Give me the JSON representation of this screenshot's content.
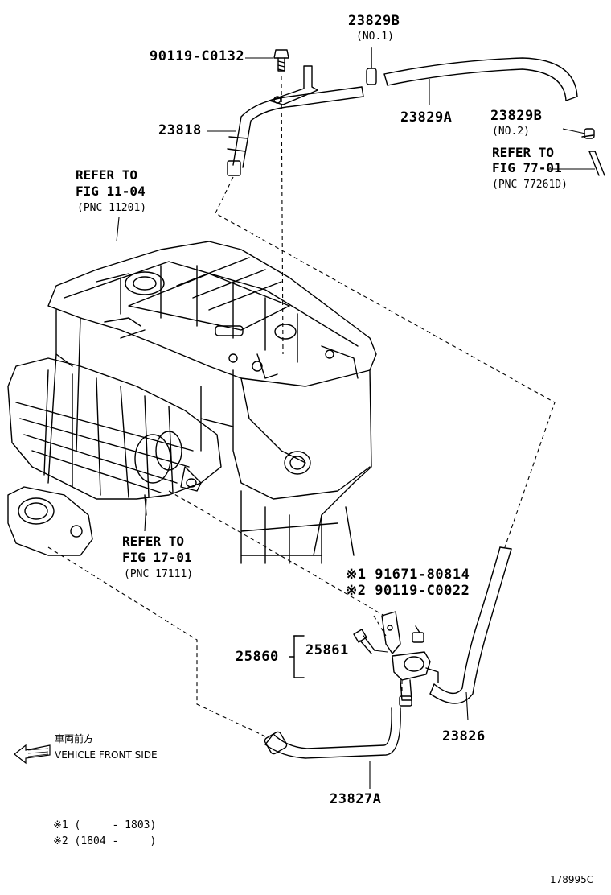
{
  "parts": {
    "p1": "90119-C0132",
    "p2": "23829B",
    "p2_sub": "(NO.1)",
    "p3": "23818",
    "p4": "23829A",
    "p5": "23829B",
    "p5_sub": "(NO.2)",
    "p6": "25860",
    "p7": "25861",
    "p8": "※1 91671-80814",
    "p9": "※2 90119-C0022",
    "p10": "23826",
    "p11": "23827A"
  },
  "refs": {
    "r1": [
      "REFER TO",
      "FIG 11-04",
      "(PNC 11201)"
    ],
    "r2": [
      "REFER TO",
      "FIG 77-01",
      "(PNC 77261D)"
    ],
    "r3": [
      "REFER TO",
      "FIG 17-01",
      "(PNC 17111)"
    ]
  },
  "front": {
    "jp": "車両前方",
    "en": "VEHICLE FRONT SIDE"
  },
  "notes": {
    "n1": "※1 (     - 1803)",
    "n2": "※2 (1804 -     )"
  },
  "diagram_id": "178995C"
}
